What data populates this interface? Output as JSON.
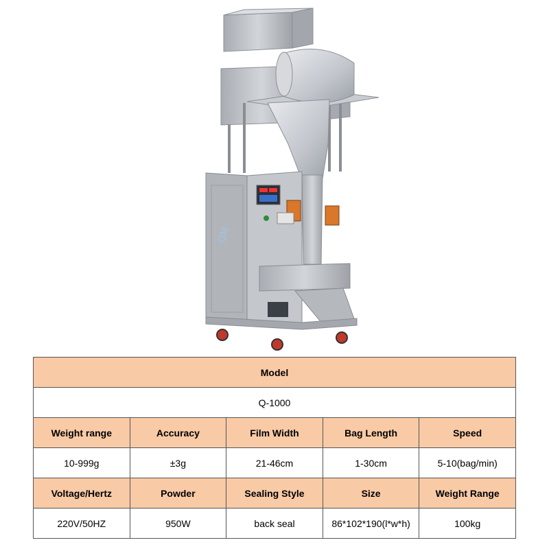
{
  "table": {
    "title": "Model",
    "model_value": "Q-1000",
    "row1_headers": [
      "Weight range",
      "Accuracy",
      "Film Width",
      "Bag Length",
      "Speed"
    ],
    "row1_values": [
      "10-999g",
      "±3g",
      "21-46cm",
      "1-30cm",
      "5-10(bag/min)"
    ],
    "row2_headers": [
      "Voltage/Hertz",
      "Powder",
      "Sealing Style",
      "Size",
      "Weight Range"
    ],
    "row2_values": [
      "220V/50HZ",
      "950W",
      "back seal",
      "86*102*190(l*w*h)",
      "100kg"
    ]
  },
  "colors": {
    "header_fill": "#f8caa6",
    "steel": "#b9bcc1",
    "wheel": "#c0392b"
  }
}
